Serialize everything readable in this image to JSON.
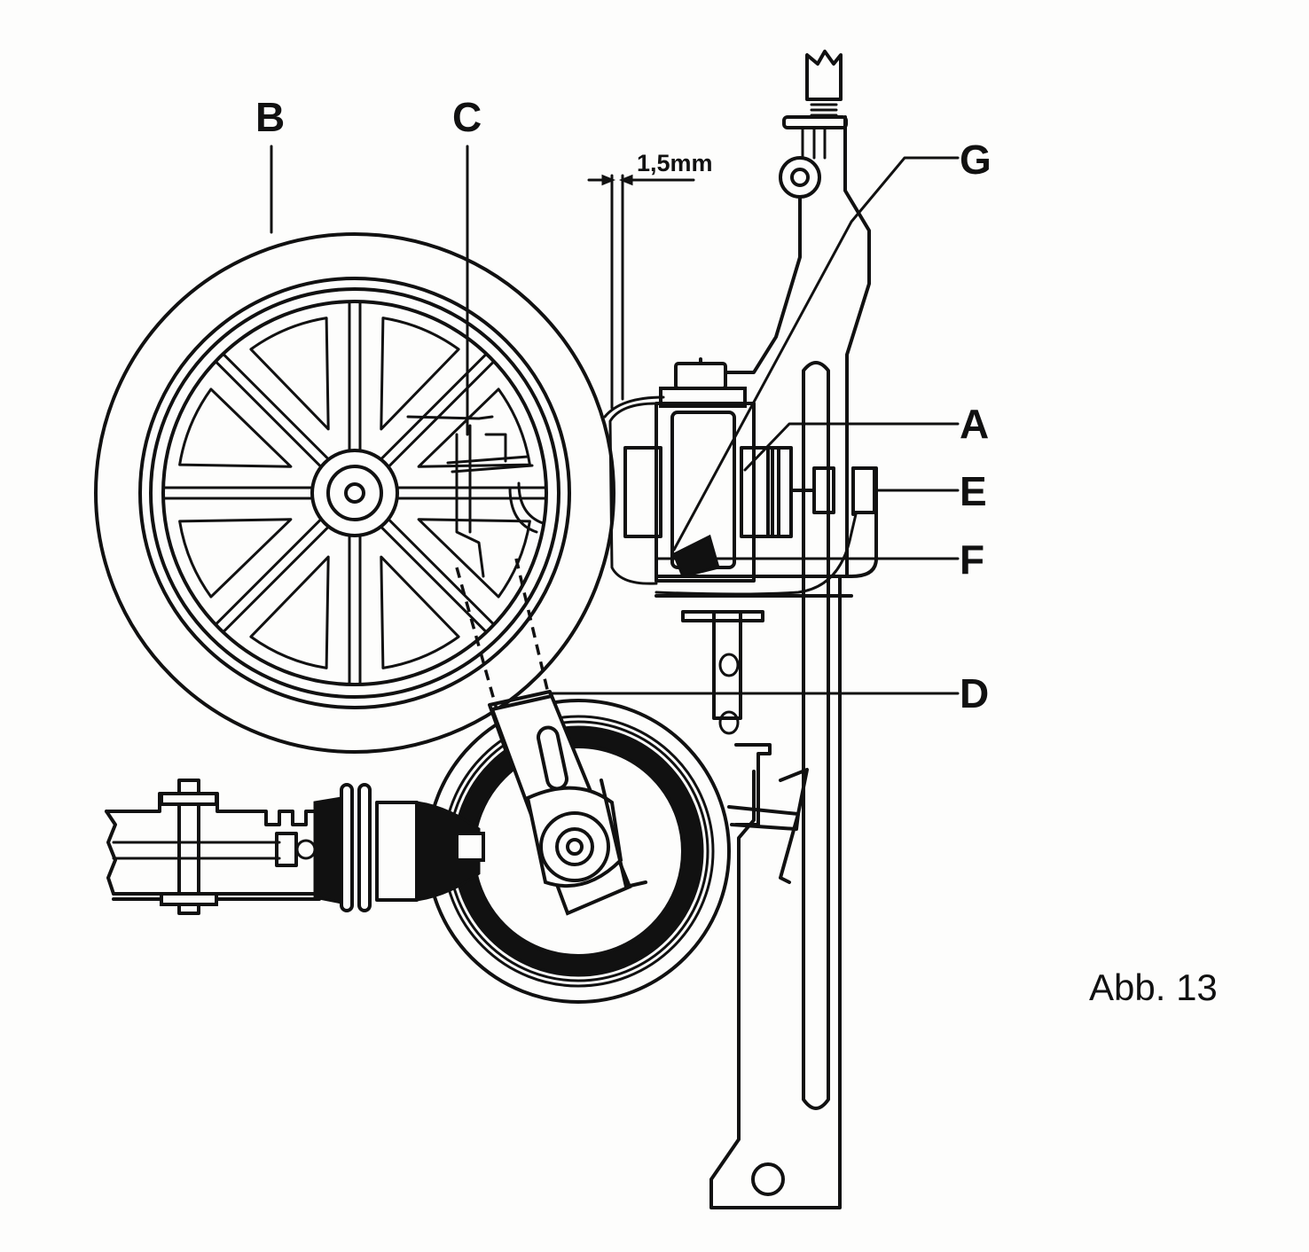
{
  "figure": {
    "caption": "Abb. 13",
    "dimension": "1,5mm",
    "labels": {
      "A": "A",
      "B": "B",
      "C": "C",
      "D": "D",
      "E": "E",
      "F": "F",
      "G": "G"
    }
  },
  "colors": {
    "ink": "#111111",
    "paper": "#fdfdfc"
  }
}
